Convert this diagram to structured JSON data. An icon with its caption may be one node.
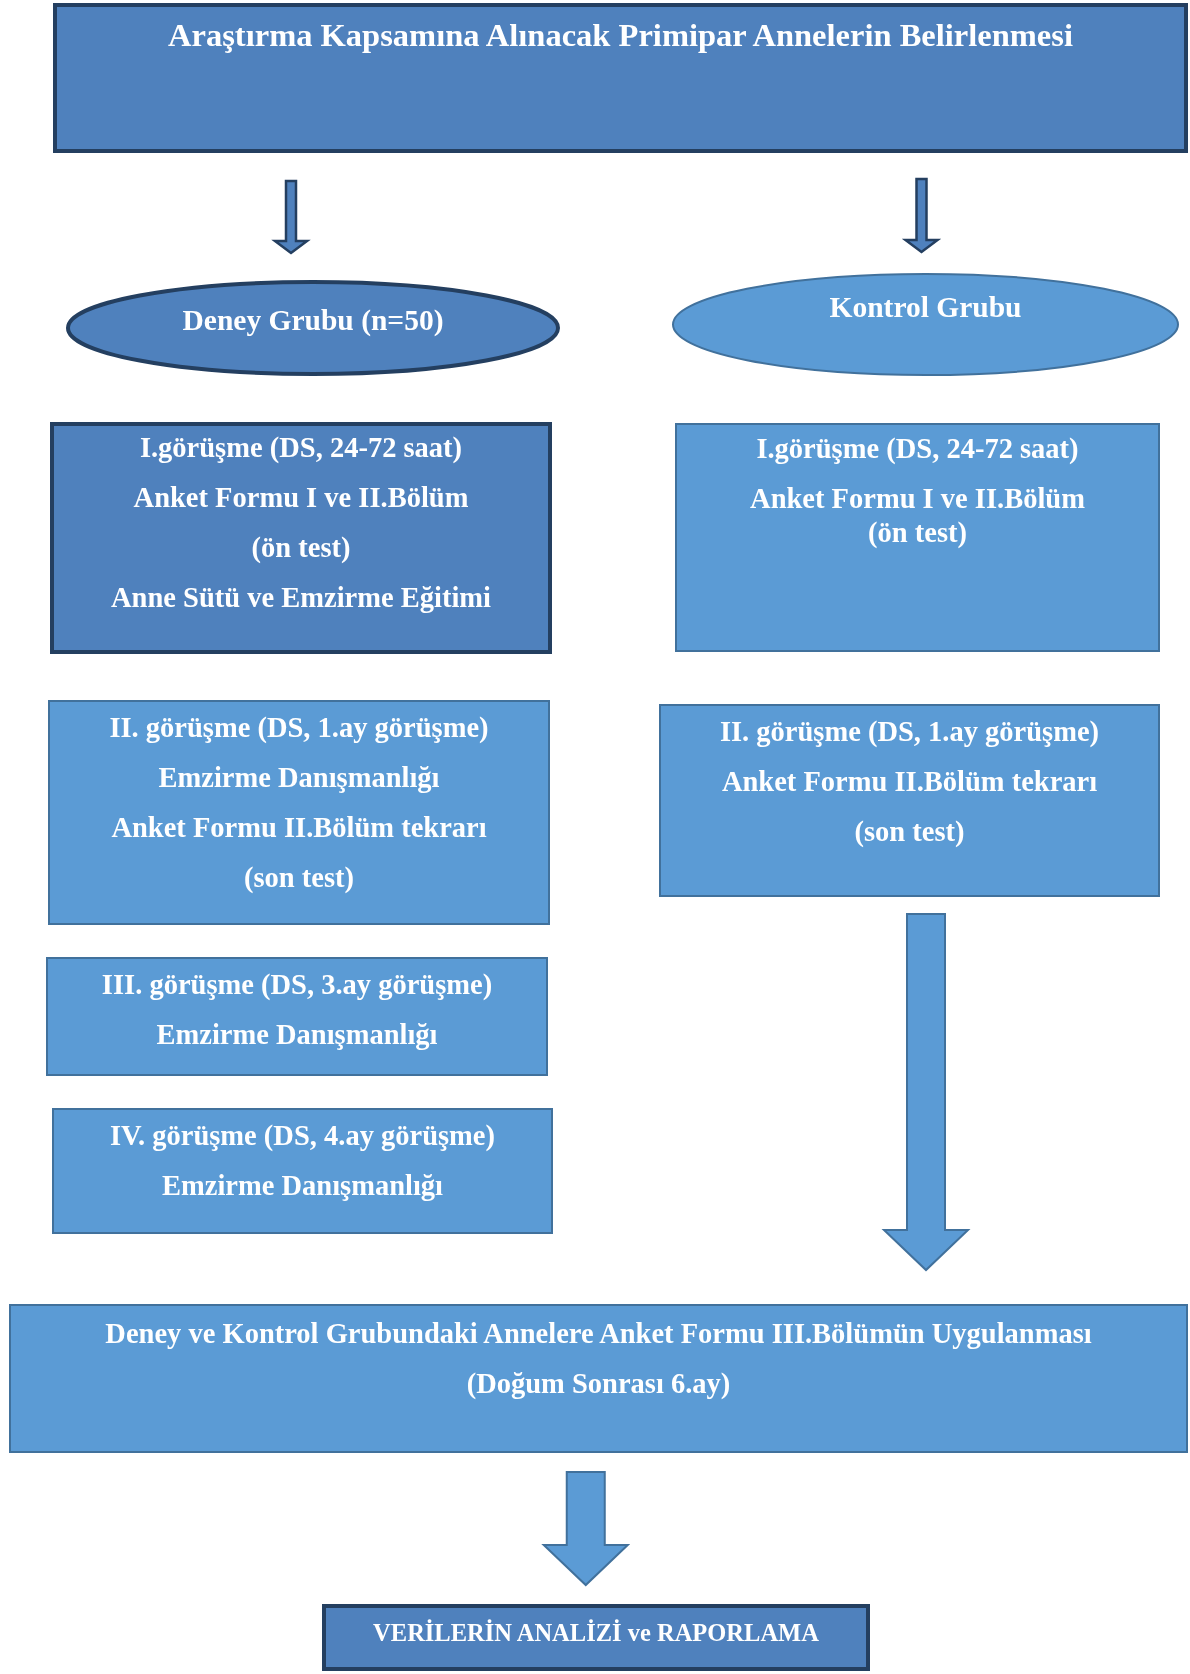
{
  "diagram": {
    "nodes": [
      {
        "text": [
          "Araştırma Kapsamına Alınacak Primipar Annelerin Belirlenmesi"
        ]
      },
      {
        "text": [
          "Deney Grubu (n=50)"
        ]
      },
      {
        "text": [
          "Kontrol Grubu"
        ]
      },
      {
        "text": [
          "I.görüşme (DS, 24-72 saat)",
          "Anket Formu I ve II.Bölüm",
          "(ön test)",
          "Anne Sütü ve Emzirme Eğitimi"
        ]
      },
      {
        "text": [
          "I.görüşme (DS, 24-72 saat)",
          "Anket Formu I ve II.Bölüm",
          "(ön test)"
        ]
      },
      {
        "text": [
          "II. görüşme (DS, 1.ay görüşme)",
          "Emzirme Danışmanlığı",
          "Anket Formu II.Bölüm tekrarı",
          "(son test)"
        ]
      },
      {
        "text": [
          "II. görüşme (DS, 1.ay görüşme)",
          "Anket Formu II.Bölüm tekrarı",
          "(son test)"
        ]
      },
      {
        "text": [
          "III. görüşme (DS, 3.ay görüşme)",
          "Emzirme Danışmanlığı"
        ]
      },
      {
        "text": [
          "IV. görüşme (DS, 4.ay görüşme)",
          "Emzirme Danışmanlığı"
        ]
      },
      {
        "text": [
          "Deney ve Kontrol Grubundaki Annelere Anket  Formu III.Bölümün Uygulanması",
          "(Doğum Sonrası 6.ay)"
        ]
      },
      {
        "text": [
          "VERİLERİN ANALİZİ ve RAPORLAMA"
        ]
      }
    ],
    "edges": [
      {
        "from": 0,
        "to": 1,
        "arrow": "to"
      },
      {
        "from": 0,
        "to": 2,
        "arrow": "to"
      },
      {
        "from": 6,
        "to": 9,
        "arrow": "to"
      },
      {
        "from": 9,
        "to": 10,
        "arrow": "to"
      }
    ]
  }
}
